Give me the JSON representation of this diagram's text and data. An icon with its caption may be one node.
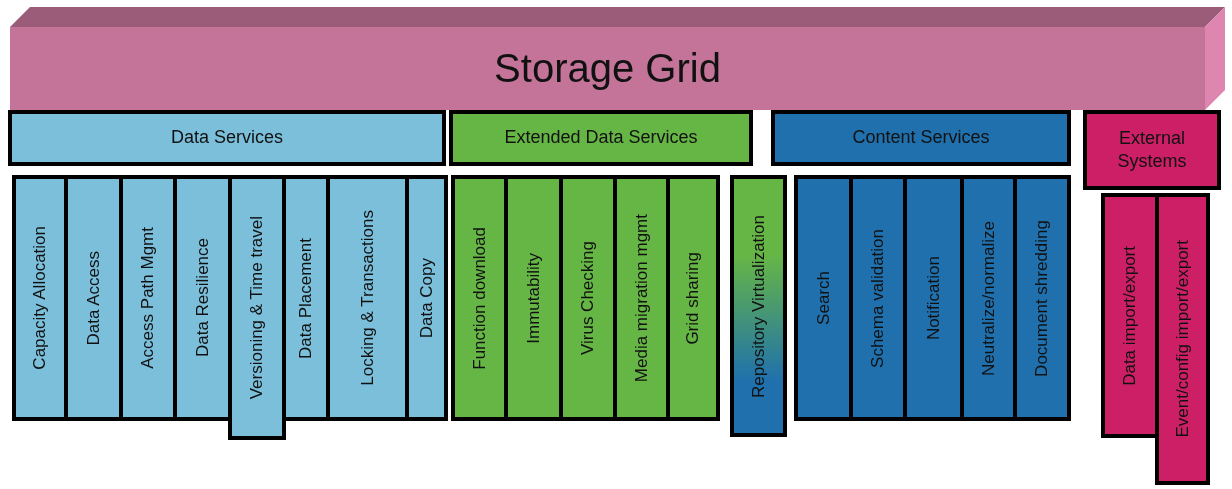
{
  "diagram": {
    "nodes": [
      {
        "text": [
          "Storage Grid"
        ]
      },
      {
        "text": [
          "Data Services"
        ]
      },
      {
        "text": [
          "Extended Data Services"
        ]
      },
      {
        "text": [
          "Content Services"
        ]
      },
      {
        "text": [
          "External Systems"
        ]
      },
      {
        "text": [
          "Capacity Allocation"
        ]
      },
      {
        "text": [
          "Data Access"
        ]
      },
      {
        "text": [
          "Access Path Mgmt"
        ]
      },
      {
        "text": [
          "Data Resilience"
        ]
      },
      {
        "text": [
          "Versioning & Time travel"
        ]
      },
      {
        "text": [
          "Data Placement"
        ]
      },
      {
        "text": [
          "Locking & Transactions"
        ]
      },
      {
        "text": [
          "Data Copy"
        ]
      },
      {
        "text": [
          "Function download"
        ]
      },
      {
        "text": [
          "Immutability"
        ]
      },
      {
        "text": [
          "Virus Checking"
        ]
      },
      {
        "text": [
          "Media migration mgmt"
        ]
      },
      {
        "text": [
          "Grid sharing"
        ]
      },
      {
        "text": [
          "Repository Virtualization"
        ]
      },
      {
        "text": [
          "Search"
        ]
      },
      {
        "text": [
          "Schema validation"
        ]
      },
      {
        "text": [
          "Notification"
        ]
      },
      {
        "text": [
          "Neutralize/normalize"
        ]
      },
      {
        "text": [
          "Document shredding"
        ]
      },
      {
        "text": [
          "Data import/export"
        ]
      },
      {
        "text": [
          "Event/config import/export"
        ]
      }
    ]
  }
}
